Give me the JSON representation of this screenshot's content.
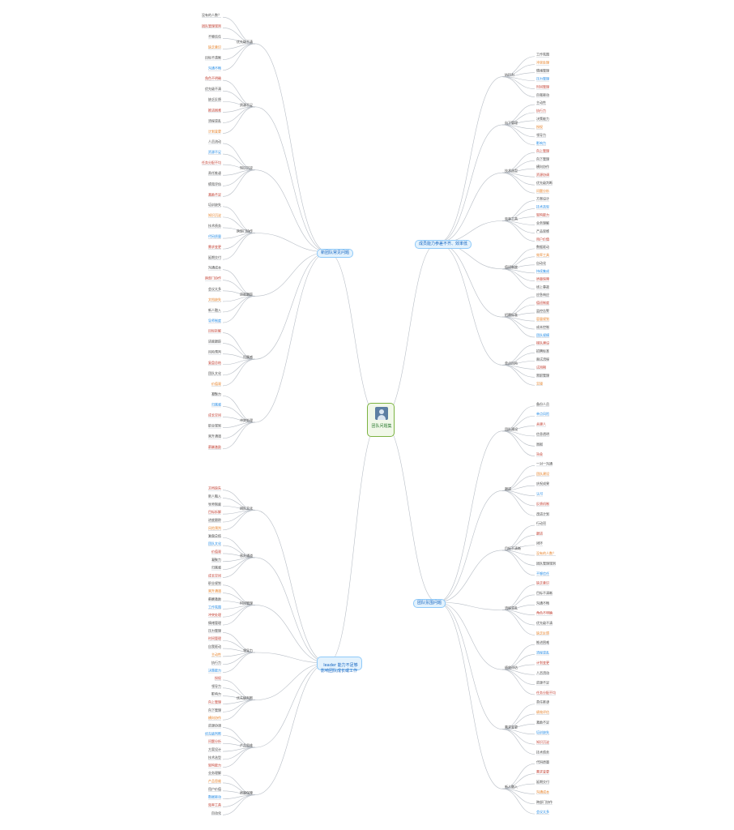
{
  "center": {
    "title": "团队问题集"
  },
  "branches": [
    {
      "label": "新团队常见问题"
    },
    {
      "label": "成员能力参差不齐、效率低"
    },
    {
      "label": "团队氛围问题"
    },
    {
      "label": "leader 能力不足够\n影响团队成长或工作"
    }
  ],
  "colors": {
    "line": "#b8bec6",
    "center_border": "#7cb342",
    "bubble_fill": "#e3f2fd",
    "bubble_text": "#1565c0",
    "red": "#c0392b",
    "orange": "#e67e22",
    "blue": "#1e88e5",
    "text": "#444444"
  },
  "leaves": [
    "没有的人数？",
    "团队管理规则",
    "不够信任",
    "缺乏意识",
    "目标不清晰",
    "沟通不畅",
    "角色不明确",
    "优先级不清",
    "缺乏反馈",
    "推进困难",
    "流程混乱",
    "计划变更",
    "人员流动",
    "资源不足",
    "任务分配不均",
    "责任推诿",
    "绩效评估",
    "激励不足",
    "培训缺失",
    "知识沉淀",
    "技术债务",
    "代码质量",
    "需求变更",
    "延期交付",
    "沟通成本",
    "跨部门协作",
    "会议太多",
    "文档缺失",
    "新人融入",
    "导师制度",
    "目标拆解",
    "进度跟踪",
    "风险预判",
    "复盘总结",
    "团队文化",
    "价值观",
    "凝聚力",
    "归属感",
    "成长空间",
    "职业规划",
    "晋升通道",
    "薪酬激励",
    "工作氛围",
    "冲突处理",
    "情绪管理",
    "压力管理",
    "时间管理",
    "自我驱动",
    "主动性",
    "执行力",
    "决策能力",
    "授权",
    "领导力",
    "影响力",
    "向上管理",
    "向下管理",
    "横向协作",
    "资源协调",
    "优先级判断",
    "问题分析",
    "方案设计",
    "技术选型",
    "架构能力",
    "业务理解",
    "产品思维",
    "用户价值",
    "数据驱动",
    "效率工具",
    "自动化",
    "持续集成",
    "质量保障",
    "线上事故",
    "应急响应",
    "值班制度",
    "监控告警",
    "容量规划",
    "成本控制",
    "团队规模",
    "梯队建设",
    "招聘标准",
    "面试流程",
    "试用期",
    "离职管理",
    "交接",
    "备份人员",
    "单点风险",
    "关键人",
    "信息透明",
    "周报",
    "站会",
    "一对一沟通",
    "团队建设",
    "庆祝成果",
    "认可",
    "反馈机制",
    "改进计划",
    "行动项",
    "跟进",
    "闭环"
  ]
}
